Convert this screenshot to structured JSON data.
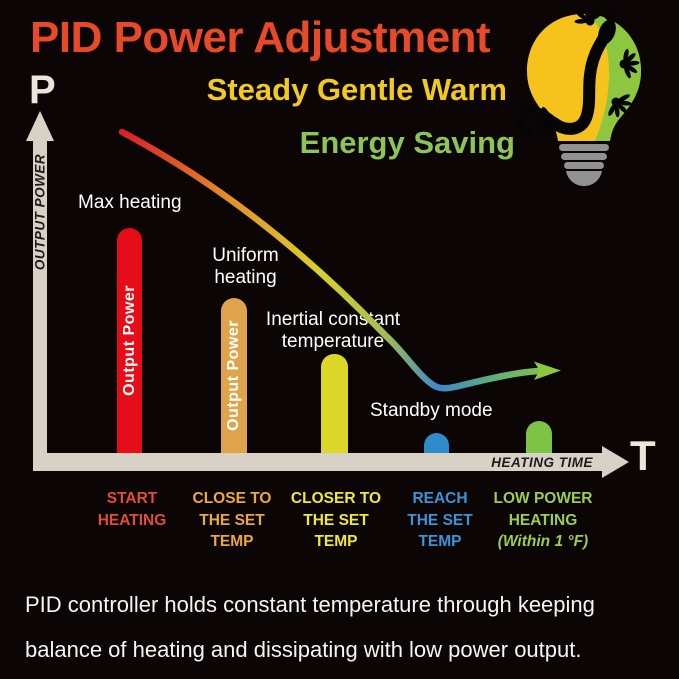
{
  "header": {
    "title": "PID Power Adjustment",
    "title_color": "#e64a28",
    "subtitle1": "Steady Gentle Warm",
    "subtitle1_color": "#f2ca1d",
    "subtitle2": "Energy Saving",
    "subtitle2_color": "#8cc555"
  },
  "logo": {
    "icon": "gecko-lightbulb",
    "bulb_left_color": "#f5c31b",
    "bulb_right_color": "#8dc63f",
    "gecko_color": "#050505",
    "base_color": "#919191"
  },
  "axes": {
    "y_symbol": "P",
    "y_label": "OUTPUT POWER",
    "x_symbol": "T",
    "x_label": "HEATING TIME",
    "axis_color": "#d8d2c6",
    "label_color": "#1c1c1c",
    "symbol_color": "#ece6da"
  },
  "bars": {
    "red": {
      "label": "Output Power",
      "caption": "Max heating",
      "color": "#e60d18"
    },
    "orange": {
      "label": "Output Power",
      "caption_line1": "Uniform",
      "caption_line2": "heating",
      "color": "#dfa449"
    },
    "yellow": {
      "caption_line1": "Inertial constant",
      "caption_line2": "temperature",
      "color": "#ddd827"
    },
    "blue": {
      "caption": "Standby mode",
      "color": "#2f8ccb"
    },
    "green": {
      "color": "#7dc344"
    }
  },
  "categories": [
    {
      "lines": [
        "START",
        "HEATING"
      ],
      "color": "#e24d36"
    },
    {
      "lines": [
        "CLOSE TO",
        "THE SET",
        "TEMP"
      ],
      "color": "#eaa93f"
    },
    {
      "lines": [
        "CLOSER TO",
        "THE SET",
        "TEMP"
      ],
      "color": "#efe73b"
    },
    {
      "lines": [
        "REACH",
        "THE SET",
        "TEMP"
      ],
      "color": "#3c93d8"
    },
    {
      "lines": [
        "LOW POWER",
        "HEATING",
        "(Within 1 °F)"
      ],
      "color": "#9ccd50"
    }
  ],
  "footer": {
    "line1": "PID controller holds constant temperature through keeping",
    "line2": "balance of heating and dissipating with low power output."
  },
  "chart_data": {
    "type": "mixed",
    "title": "PID Power Adjustment",
    "subtitles": [
      "Steady Gentle Warm",
      "Energy Saving"
    ],
    "xlabel": "HEATING TIME",
    "ylabel": "OUTPUT POWER",
    "axis_symbols": {
      "y": "P",
      "x": "T"
    },
    "grid": false,
    "legend": false,
    "bars": {
      "categories": [
        "START HEATING",
        "CLOSE TO THE SET TEMP",
        "CLOSER TO THE SET TEMP",
        "REACH THE SET TEMP",
        "LOW POWER HEATING (Within 1 °F)"
      ],
      "values_pct_of_max": [
        100,
        69,
        44,
        9,
        14
      ],
      "colors": [
        "#e60d18",
        "#dfa449",
        "#ddd827",
        "#2f8ccb",
        "#7dc344"
      ],
      "annotations": [
        "Max heating",
        "Uniform heating",
        "Inertial constant temperature",
        "Standby mode",
        ""
      ],
      "in_bar_labels": [
        "Output Power",
        "Output Power",
        "",
        "",
        ""
      ]
    },
    "curve": {
      "description": "Output power falls steeply during heating, dips below final level near the set temperature, then levels off at a low standby power with a rightward arrow.",
      "points_time_vs_power_pct": [
        [
          0,
          100
        ],
        [
          10,
          83
        ],
        [
          35,
          52
        ],
        [
          61,
          37
        ],
        [
          72,
          21
        ],
        [
          78,
          20.5
        ],
        [
          85,
          23
        ],
        [
          100,
          25
        ]
      ],
      "gradient_colors": [
        "#d71f26",
        "#e2912c",
        "#dcd028",
        "#a3bd4f",
        "#3a88c8",
        "#65b173",
        "#8dc63f"
      ],
      "arrow_color": "#8dc63f"
    }
  }
}
